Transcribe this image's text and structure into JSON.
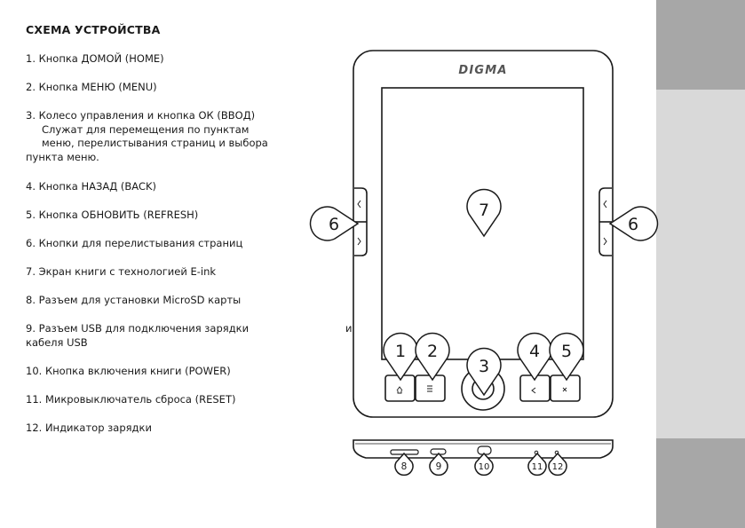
{
  "heading": "СХЕМА УСТРОЙСТВА",
  "items": [
    {
      "lines": [
        "1. Кнопка ДОМОЙ (HOME)"
      ]
    },
    {
      "lines": [
        "2. Кнопка МЕНЮ (MENU)"
      ]
    },
    {
      "lines": [
        "3. Колесо управления и кнопка ОК (ВВОД)",
        "Служат для перемещения по пунктам",
        "меню, перелистывания страниц и выбора",
        "пункта меню."
      ]
    },
    {
      "lines": [
        "4. Кнопка НАЗАД (BACK)"
      ]
    },
    {
      "lines": [
        "5. Кнопка ОБНОВИТЬ (REFRESH)"
      ]
    },
    {
      "lines": [
        "6. Кнопки для перелистывания страниц"
      ]
    },
    {
      "lines": [
        "7. Экран книги с технологией E-ink"
      ]
    },
    {
      "lines": [
        "8. Разъем для установки MicroSD карты"
      ]
    },
    {
      "lines": [
        "9. Разъем USB для подключения зарядки",
        "кабеля USB"
      ]
    },
    {
      "lines": [
        "10. Кнопка включения книги (POWER)"
      ]
    },
    {
      "lines": [
        "11. Микровыключатель сброса (RESET)"
      ]
    },
    {
      "lines": [
        "12. Индикатор зарядки"
      ]
    }
  ],
  "stray_text": "и",
  "device": {
    "brand": "DIGMA",
    "callouts": {
      "c1": "1",
      "c2": "2",
      "c3": "3",
      "c4": "4",
      "c5": "5",
      "c6_left": "6",
      "c6_right": "6",
      "c7": "7",
      "c8": "8",
      "c9": "9",
      "c10": "10",
      "c11": "11",
      "c12": "12"
    }
  },
  "colors": {
    "band_dark": "#a7a7a7",
    "band_light": "#d9d9d9",
    "line": "#1a1a1a"
  }
}
